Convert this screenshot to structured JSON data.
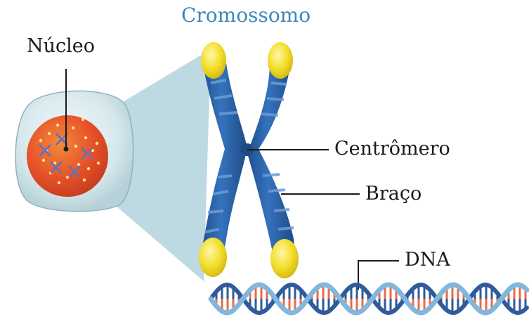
{
  "title": "Cromossomo",
  "labels": {
    "nucleus": "Núcleo",
    "centromere": "Centrômero",
    "arm": "Braço",
    "dna": "DNA"
  },
  "colors": {
    "title": "#3d88b8",
    "chromosome_blue": "#2a63a8",
    "chromosome_band": "#6f9ad6",
    "telomere_yellow": "#f1dc25",
    "nucleus_orange": "#e9572a",
    "cell_membrane": "#cfe2e6",
    "dna_strand": "#82b7dd",
    "dna_strand_dark": "#2f5b9a",
    "base_red": "#ea6b45",
    "base_blue": "#2f5b9a",
    "zoom_cone": "#9fc7d4"
  }
}
